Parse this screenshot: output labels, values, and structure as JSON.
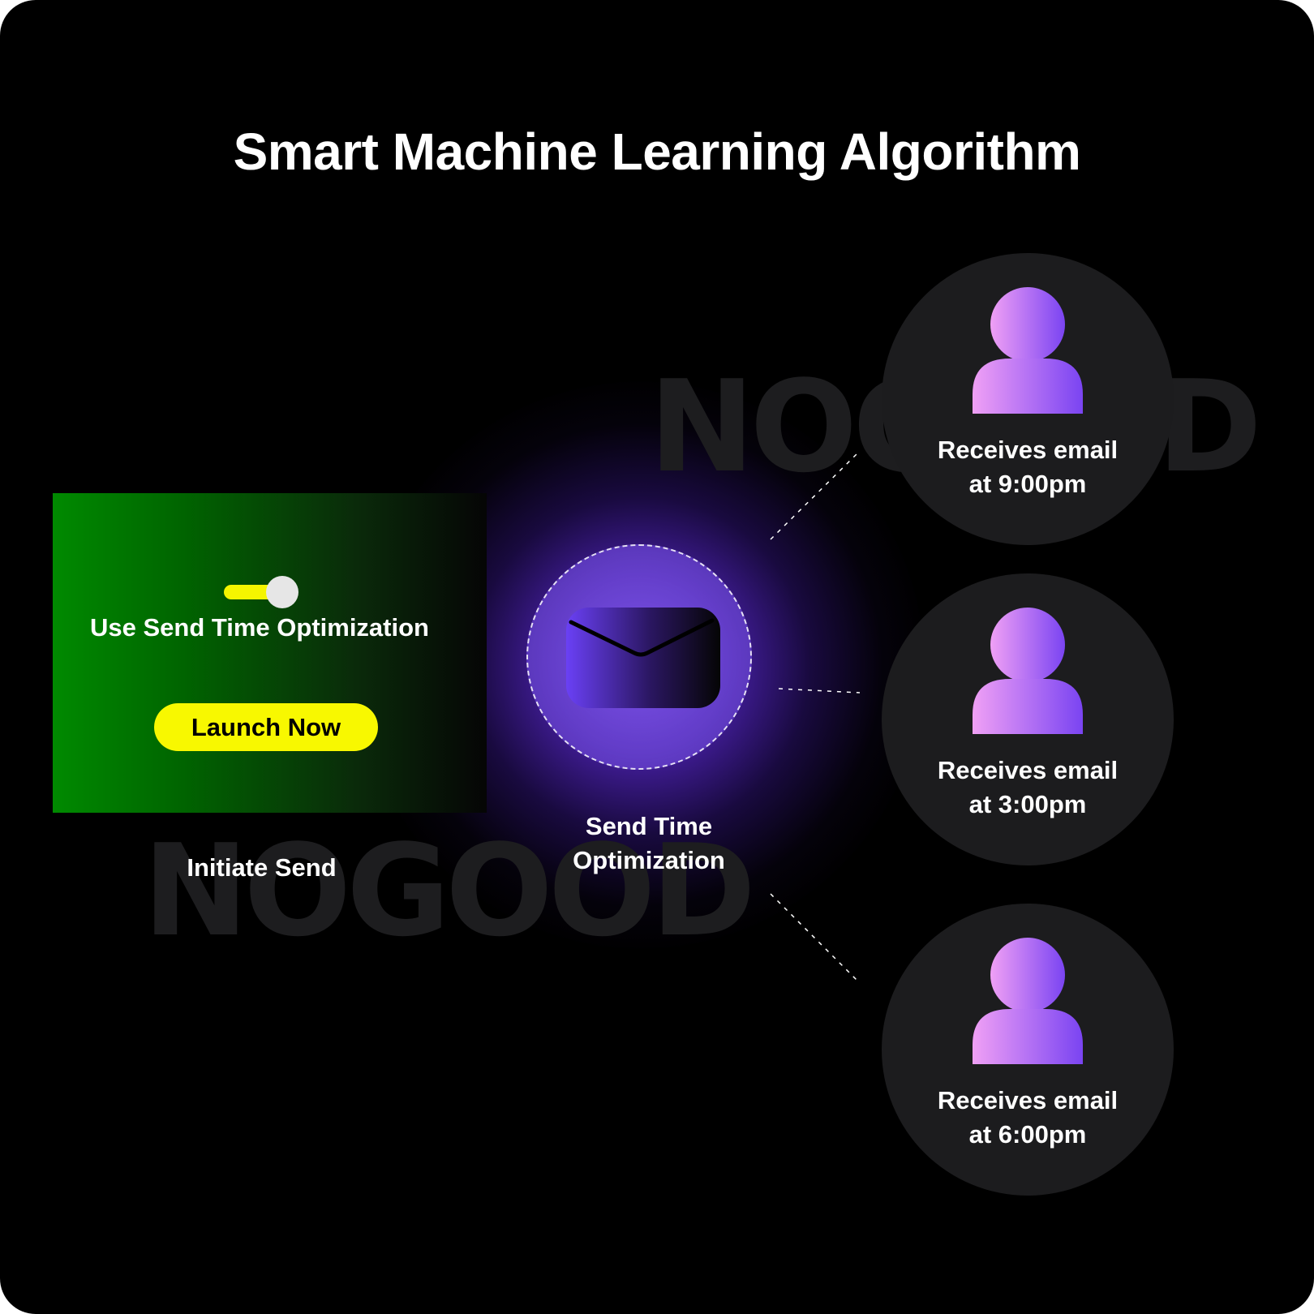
{
  "title": "Smart Machine Learning Algorithm",
  "watermark": "NOGOOD",
  "settings_card": {
    "toggle_label": "Use Send Time Optimization",
    "toggle_on": true,
    "launch_button": "Launch Now",
    "caption": "Initiate Send"
  },
  "center": {
    "label_line1": "Send Time",
    "label_line2": "Optimization",
    "icon": "envelope-icon"
  },
  "recipients": [
    {
      "line1": "Receives email",
      "line2": "at 9:00pm",
      "icon": "user-icon"
    },
    {
      "line1": "Receives email",
      "line2": "at 3:00pm",
      "icon": "user-icon"
    },
    {
      "line1": "Receives email",
      "line2": "at 6:00pm",
      "icon": "user-icon"
    }
  ],
  "colors": {
    "background": "#000000",
    "toggle_accent": "#f5f500",
    "button": "#f8f800",
    "card_green": "#008a00",
    "glow_purple": "#703ef0",
    "recipient_bg": "#1c1c1e"
  }
}
